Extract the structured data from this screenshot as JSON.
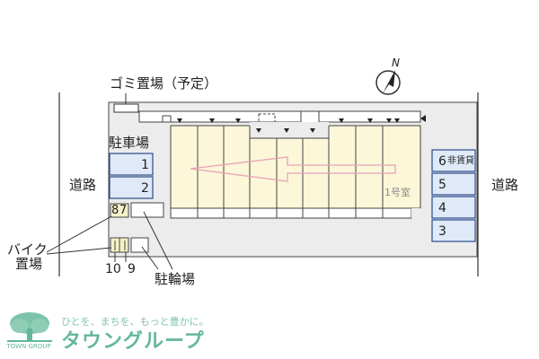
{
  "labels": {
    "garbage": "ゴミ置場（予定）",
    "parking": "駐車場",
    "road_left": "道路",
    "road_right": "道路",
    "bike_line1": "バイク",
    "bike_line2": "置場",
    "bicycle": "駐輪場",
    "unit": "1号室",
    "north": "N"
  },
  "parking_left": [
    "1",
    "2"
  ],
  "parking_right": [
    "6",
    "5",
    "4",
    "3"
  ],
  "parking_right_note": "非賃貸",
  "bike_slots_top": [
    "8",
    "7"
  ],
  "bike_slots_bottom": [
    "10",
    "9"
  ],
  "brand": {
    "tagline": "ひとを、まちを、もっと豊かに。",
    "name": "タウングループ",
    "mark_text": "TOWN GROUP"
  },
  "colors": {
    "parking_fill": "#dfe9f7",
    "parking_stroke": "#2a4b8c",
    "building_fill": "#fbf7d8",
    "bike_fill": "#f4f1c8",
    "brand": "#63b79b"
  }
}
